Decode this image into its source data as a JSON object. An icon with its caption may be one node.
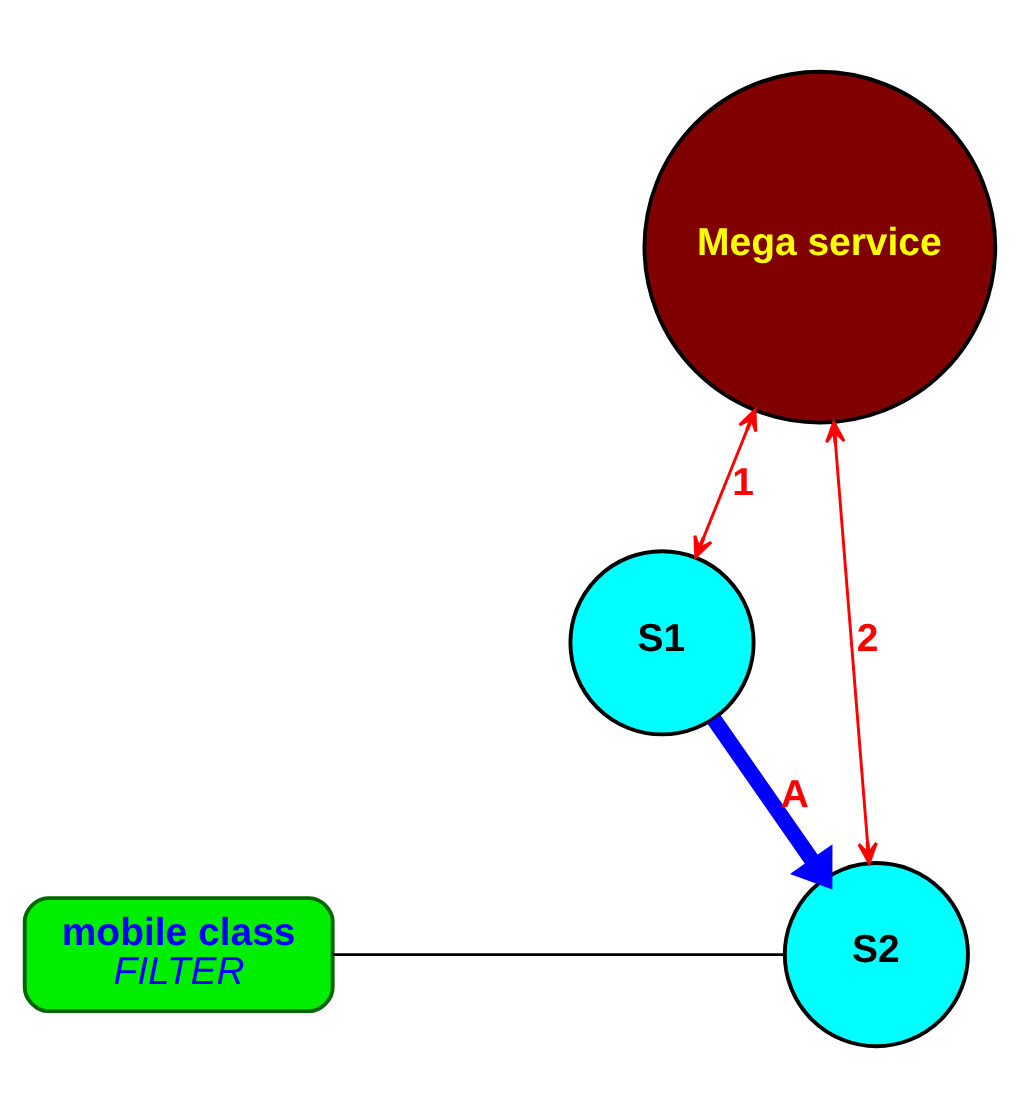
{
  "diagram": {
    "nodes": [
      {
        "text": [
          "S1"
        ]
      },
      {
        "text": [
          "Mega service"
        ]
      },
      {
        "text": [
          "S2"
        ]
      },
      {
        "text": [
          "mobile class",
          "FILTER"
        ]
      }
    ],
    "edges": [
      {
        "from": 1,
        "to": 0,
        "arrow": "both",
        "label": "1"
      },
      {
        "from": 1,
        "to": 2,
        "arrow": "both",
        "label": "2"
      },
      {
        "from": 0,
        "to": 2,
        "arrow": "to",
        "label": "A",
        "style": "thick",
        "color": "#0000ff"
      },
      {
        "from": 3,
        "to": 2,
        "arrow": "none",
        "color": "#000000"
      }
    ]
  }
}
